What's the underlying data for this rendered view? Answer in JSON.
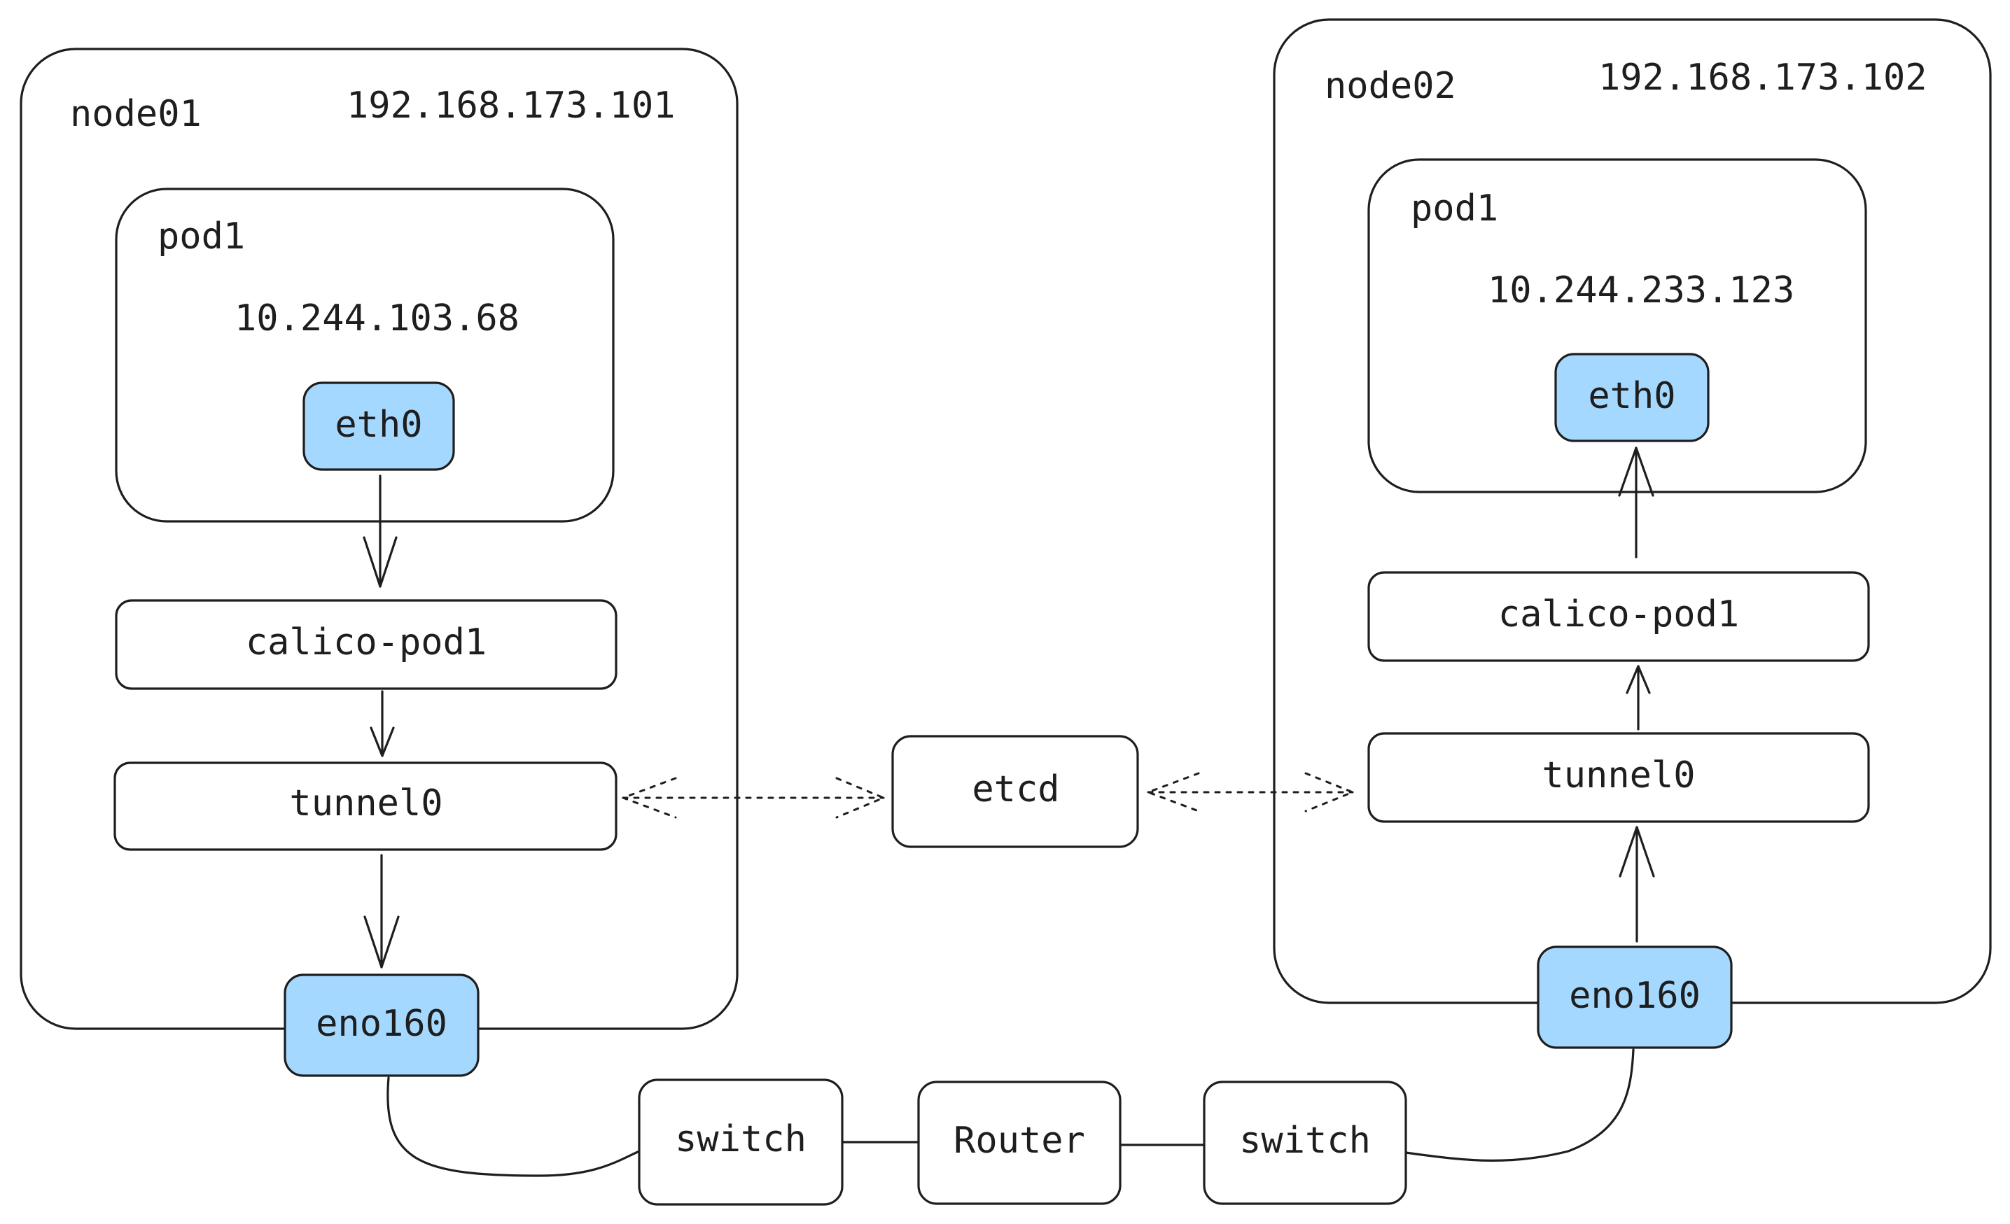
{
  "node01": {
    "name": "node01",
    "ip": "192.168.173.101",
    "pod": {
      "name": "pod1",
      "ip": "10.244.103.68",
      "iface": "eth0"
    },
    "calico": "calico-pod1",
    "tunnel": "tunnel0",
    "nic": "eno160"
  },
  "node02": {
    "name": "node02",
    "ip": "192.168.173.102",
    "pod": {
      "name": "pod1",
      "ip": "10.244.233.123",
      "iface": "eth0"
    },
    "calico": "calico-pod1",
    "tunnel": "tunnel0",
    "nic": "eno160"
  },
  "etcd": "etcd",
  "network": {
    "switch_left": "switch",
    "router": "Router",
    "switch_right": "switch"
  },
  "colors": {
    "stroke": "#1e1e1e",
    "interface_fill": "#a5d8ff",
    "background": "#ffffff"
  }
}
